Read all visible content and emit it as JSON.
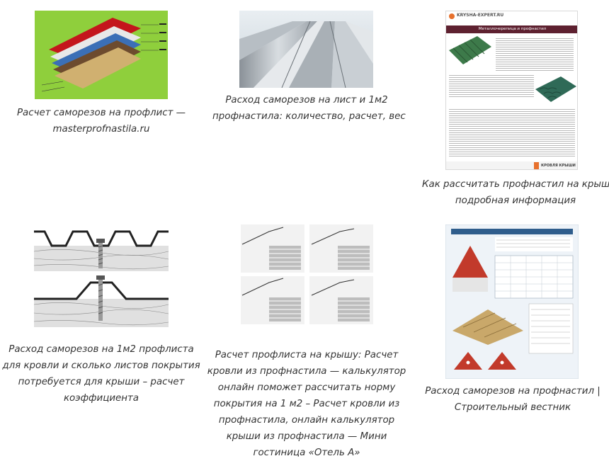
{
  "gallery": {
    "items": [
      {
        "caption_lines": [
          "Расчет саморезов на профлист —",
          "masterprofnastila.ru"
        ],
        "thumb_icon": "roof-layers-diagram"
      },
      {
        "caption_lines": [
          "Расход саморезов на лист и 1м2",
          "профнастила: количество, расчет, вес"
        ],
        "thumb_icon": "corrugated-sheet-photo"
      },
      {
        "caption_lines": [
          "Как рассчитать профнастил на крышу.",
          "подробная информация"
        ],
        "thumb_icon": "article-page-thumbnail",
        "doc": {
          "site": "KRYSHA-EXPERT.RU",
          "heading": "Металлочерепица и профнастил",
          "brand": "КРОВЛЯ КРЫШИ"
        }
      },
      {
        "caption_lines": [
          "Расход саморезов на 1м2 профлиста",
          "для кровли и сколько листов покрытия",
          "потребуется для крыши – расчет",
          "коэффициента"
        ],
        "thumb_icon": "screw-fastening-diagram"
      },
      {
        "caption_lines": [
          "Расчет профлиста на крышу: Расчет",
          "кровли из профнастила — калькулятор",
          "онлайн поможет рассчитать норму",
          "покрытия на 1 м2 – Расчет кровли из",
          "профнастила, онлайн калькулятор",
          "крыши из профнастила — Мини",
          "гостиница «Отель А»"
        ],
        "thumb_icon": "roof-slope-table-diagram"
      },
      {
        "caption_lines": [
          "Расход саморезов на профнастил |",
          "Строительный вестник"
        ],
        "thumb_icon": "roof-infographic-poster"
      }
    ]
  }
}
